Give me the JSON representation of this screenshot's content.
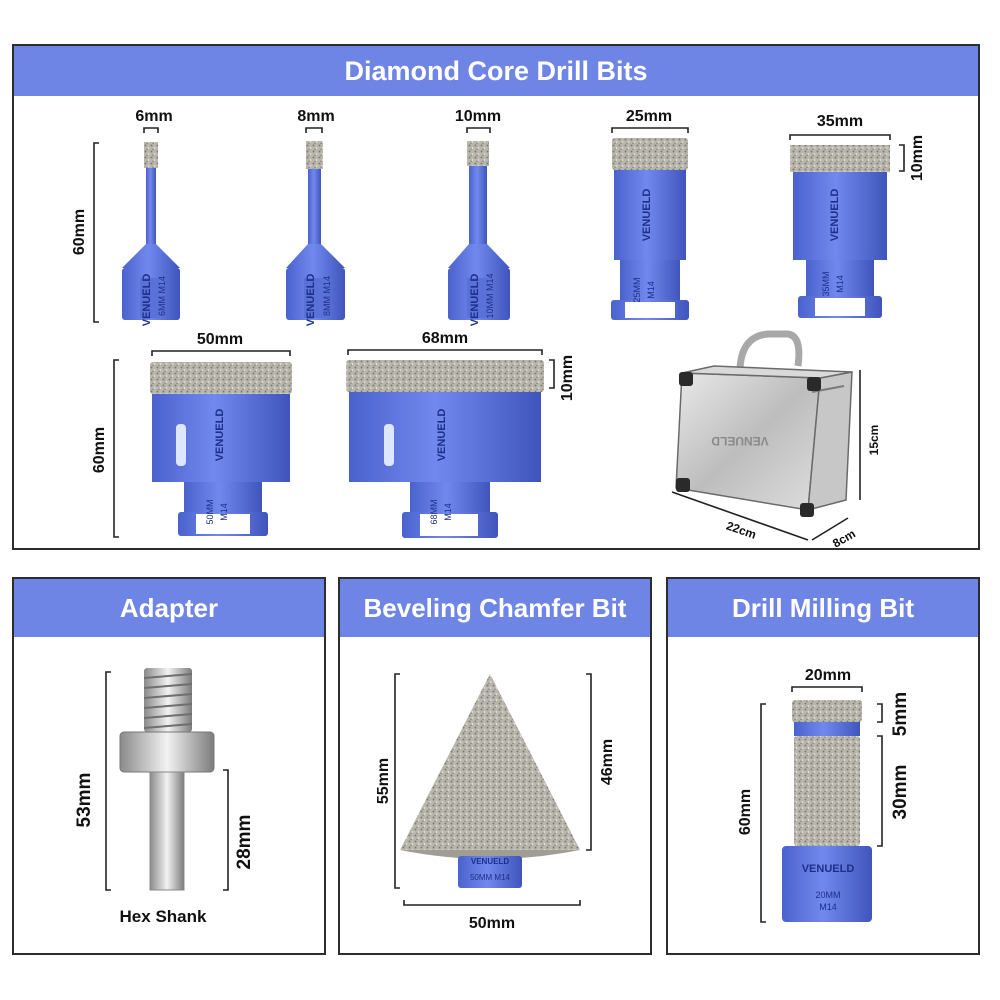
{
  "sections": {
    "core": {
      "title": "Diamond Core Drill Bits"
    },
    "adapter": {
      "title": "Adapter"
    },
    "chamfer": {
      "title": "Beveling Chamfer Bit"
    },
    "milling": {
      "title": "Drill Milling Bit"
    }
  },
  "core_bits": [
    {
      "diameter": "6mm",
      "stamp_line1": "6MM M14",
      "stamp_line2": ""
    },
    {
      "diameter": "8mm",
      "stamp_line1": "8MM M14",
      "stamp_line2": ""
    },
    {
      "diameter": "10mm",
      "stamp_line1": "10MM M14",
      "stamp_line2": ""
    },
    {
      "diameter": "25mm",
      "stamp_line1": "25MM",
      "stamp_line2": "M14"
    },
    {
      "diameter": "35mm",
      "stamp_line1": "35MM",
      "stamp_line2": "M14"
    },
    {
      "diameter": "50mm",
      "stamp_line1": "50MM",
      "stamp_line2": "M14"
    },
    {
      "diameter": "68mm",
      "stamp_line1": "68MM",
      "stamp_line2": "M14"
    }
  ],
  "core_dims": {
    "small_length": "60mm",
    "large_length": "60mm",
    "segment_height_35": "10mm",
    "segment_height_68": "10mm"
  },
  "case": {
    "width": "22cm",
    "depth": "8cm",
    "height": "15cm"
  },
  "adapter": {
    "total": "53mm",
    "shank": "28mm",
    "caption": "Hex Shank"
  },
  "chamfer": {
    "height": "55mm",
    "cone": "46mm",
    "width": "50mm",
    "stamp": "50MM M14"
  },
  "milling": {
    "diameter": "20mm",
    "total": "60mm",
    "tip": "5mm",
    "body": "30mm",
    "stamp_line1": "20MM",
    "stamp_line2": "M14"
  },
  "brand": {
    "logo_text": "VENUELD"
  },
  "colors": {
    "header": "#6f85e6",
    "bit_blue": "#5a72d8",
    "diamond": "#b8b6ac"
  }
}
